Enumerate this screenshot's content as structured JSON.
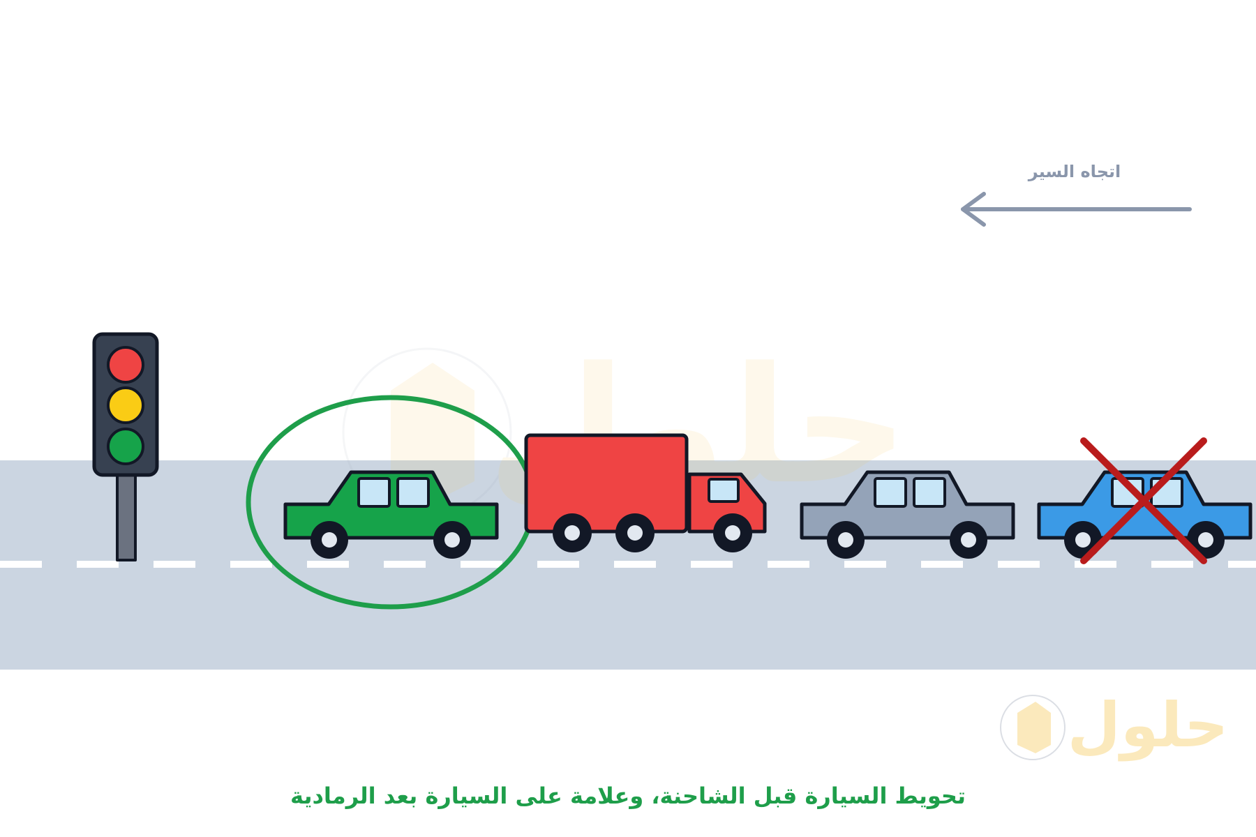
{
  "direction": {
    "label": "اتجاه السير",
    "color": "#8a96ab"
  },
  "caption": {
    "text": "تحويط السيارة قبل الشاحنة، وعلامة على السيارة بعد الرمادية",
    "color": "#1e9e4a"
  },
  "watermark": {
    "text": "حلول",
    "color": "#f6c343"
  },
  "colors": {
    "road": "#cbd5e1",
    "lane_marking": "#ffffff",
    "outline": "#121826",
    "window": "#c8e6f7",
    "wheel": "#121826",
    "hub": "#e2e8f0",
    "signal_housing": "#374151",
    "signal_pole": "#6b7280",
    "light_red": "#ef4444",
    "light_yellow": "#facc15",
    "light_green": "#16a34a",
    "green_car": "#16a34a",
    "truck": "#ef4444",
    "gray_car": "#94a3b8",
    "blue_car": "#3b9ae6",
    "circle_mark": "#1e9e4a",
    "cross_mark": "#b91c1c"
  },
  "icons": {
    "traffic_light": "traffic-light-icon",
    "direction_arrow": "arrow-left-icon",
    "green_car": "car-icon",
    "truck": "truck-icon",
    "gray_car": "car-icon",
    "blue_car": "car-icon",
    "circle_mark": "circle-mark-icon",
    "cross_mark": "x-mark-icon",
    "watermark_logo": "book-logo-icon"
  }
}
